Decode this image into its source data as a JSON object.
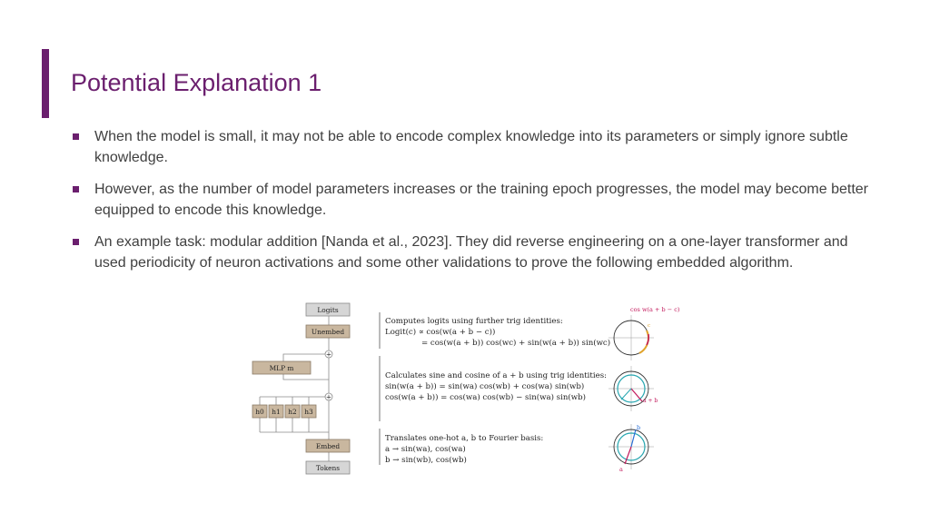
{
  "slide": {
    "title": "Potential Explanation 1",
    "accent_color": "#6b1f6e",
    "bullets": [
      "When the model is small, it may not be able to encode complex knowledge into its parameters or simply ignore subtle knowledge.",
      "However, as the number of model parameters increases or the training epoch progresses, the model may become better equipped to encode this knowledge.",
      "An example task: modular addition [Nanda et al., 2023]. They did reverse engineering on a one-layer transformer and used periodicity of neuron activations and some other validations to prove the following embedded algorithm."
    ]
  },
  "figure": {
    "diagram": {
      "logits": "Logits",
      "unembed": "Unembed",
      "mlp": "MLP m",
      "heads": [
        "h0",
        "h1",
        "h2",
        "h3"
      ],
      "embed": "Embed",
      "tokens": "Tokens",
      "plus": "+"
    },
    "sections": [
      {
        "heading": "Computes logits using further trig identities:",
        "lines": [
          "Logit(c) ∝ cos(w(a + b − c))",
          "= cos(w(a + b)) cos(wc) + sin(w(a + b)) sin(wc)"
        ]
      },
      {
        "heading": "Calculates sine and cosine of a + b using trig identities:",
        "lines": [
          "sin(w(a + b)) = sin(wa) cos(wb) + cos(wa) sin(wb)",
          "cos(w(a + b)) = cos(wa) cos(wb) − sin(wa) sin(wb)"
        ]
      },
      {
        "heading": "Translates one-hot a, b to Fourier basis:",
        "lines": [
          "a → sin(wa), cos(wa)",
          "b → sin(wb), cos(wb)"
        ]
      }
    ],
    "circle_labels": {
      "top": "cos w(a + b − c)",
      "top_small": "c",
      "mid": "a + b",
      "bot_b": "b",
      "bot_a": "a"
    },
    "colors": {
      "magenta": "#c2185b",
      "teal": "#26a6b0",
      "blue": "#2a6fd6",
      "orange": "#e0a32a"
    }
  }
}
